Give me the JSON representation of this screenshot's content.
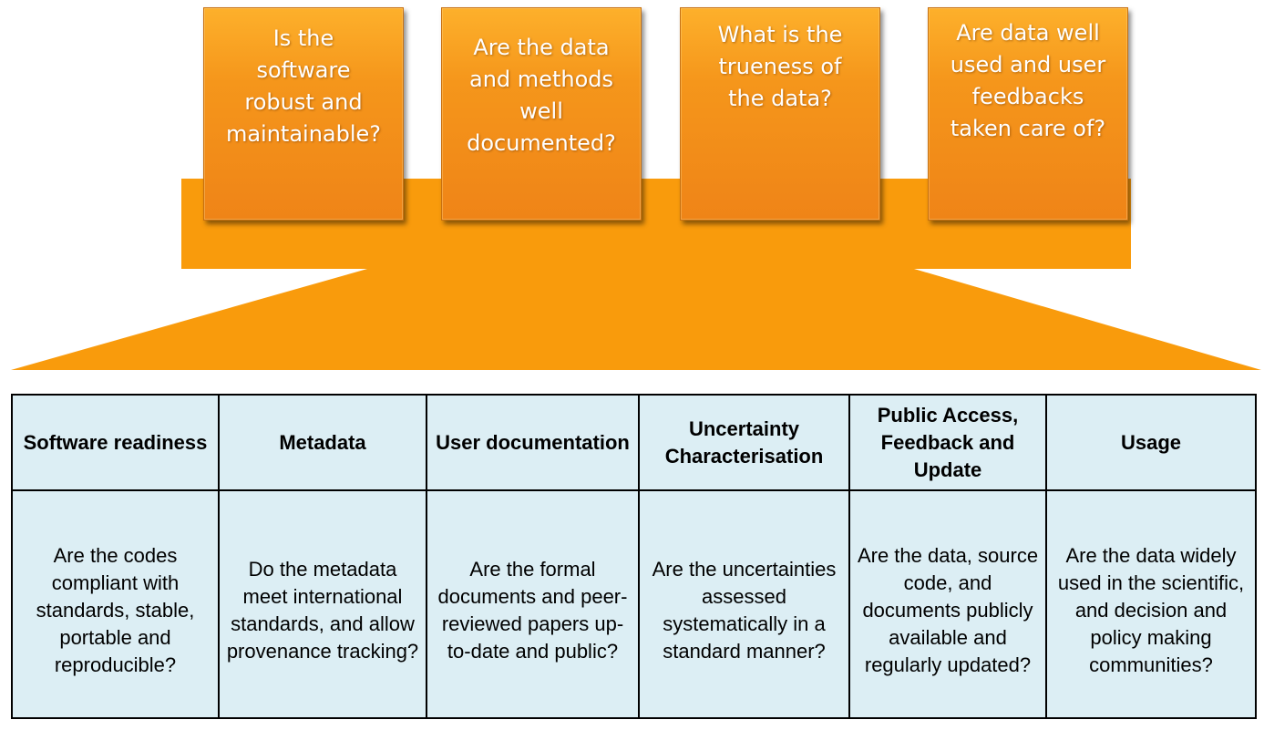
{
  "questions": [
    "Is the\nsoftware\nrobust and\nmaintainable?",
    "Are the data\nand methods\nwell\ndocumented?",
    "What is the\ntrueness of\nthe data?",
    "Are data well\nused and user\nfeedbacks\ntaken care of?"
  ],
  "colors": {
    "funnel": "#f99b0c",
    "box": "#f5961b",
    "table_fill": "#dceef4",
    "border": "#000000"
  },
  "table": {
    "headers": [
      "Software readiness",
      "Metadata",
      "User documentation",
      "Uncertainty Characterisation",
      "Public Access, Feedback and Update",
      "Usage"
    ],
    "cells": [
      "Are the codes compliant with standards, stable, portable and reproducible?",
      "Do the metadata meet international standards, and allow provenance tracking?",
      "Are the formal documents and peer-reviewed papers up-to-date and public?",
      "Are the uncertainties assessed systematically in a standard manner?",
      "Are the data, source code, and documents publicly available and regularly updated?",
      "Are the data widely used in the scientific, and decision and policy making communities?"
    ]
  }
}
